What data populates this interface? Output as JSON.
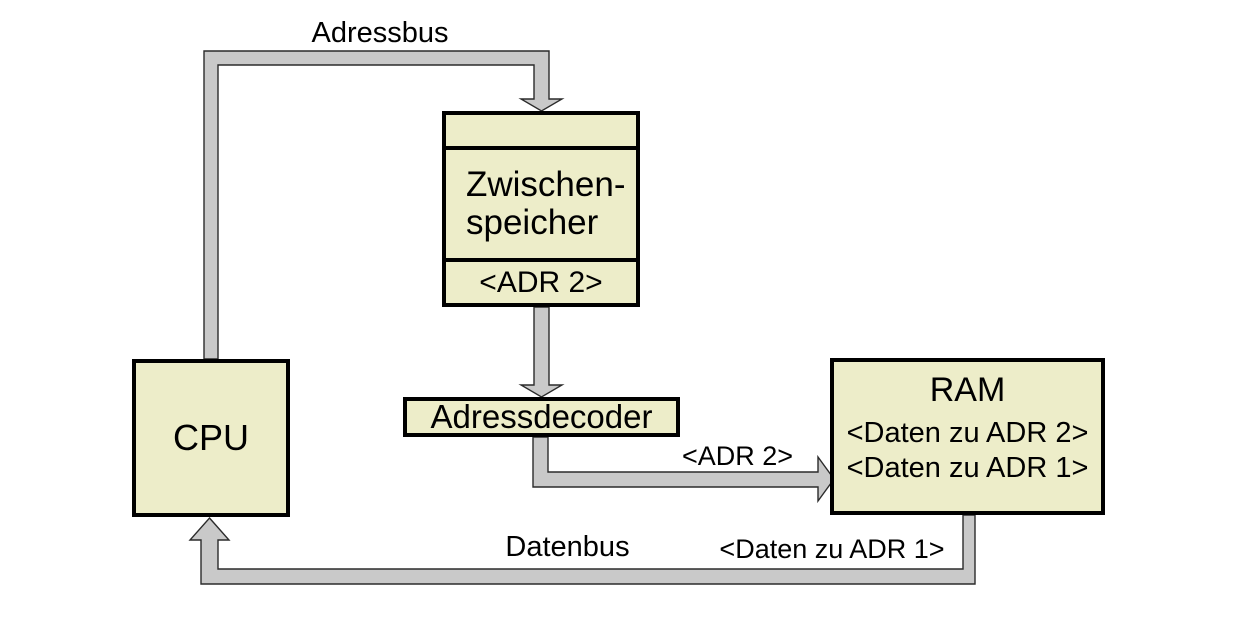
{
  "theme": {
    "background": "#ffffff",
    "box_fill": "#EDEDC9",
    "box_border": "#000000",
    "bus_fill": "#C9C9C9",
    "bus_outline": "#2b2b2b",
    "text_color": "#000000"
  },
  "nodes": {
    "cpu": {
      "label": "CPU"
    },
    "buffer": {
      "label_line1": "Zwischen-",
      "label_line2": "speicher",
      "address": "<ADR 2>"
    },
    "decoder": {
      "label": "Adressdecoder"
    },
    "ram": {
      "label": "RAM",
      "row1": "<Daten zu ADR 2>",
      "row2": "<Daten zu ADR 1>"
    }
  },
  "bus_labels": {
    "adressbus": "Adressbus",
    "datenbus": "Datenbus",
    "adr2": "<ADR 2>",
    "daten_zu_adr1": "<Daten zu ADR 1>"
  }
}
